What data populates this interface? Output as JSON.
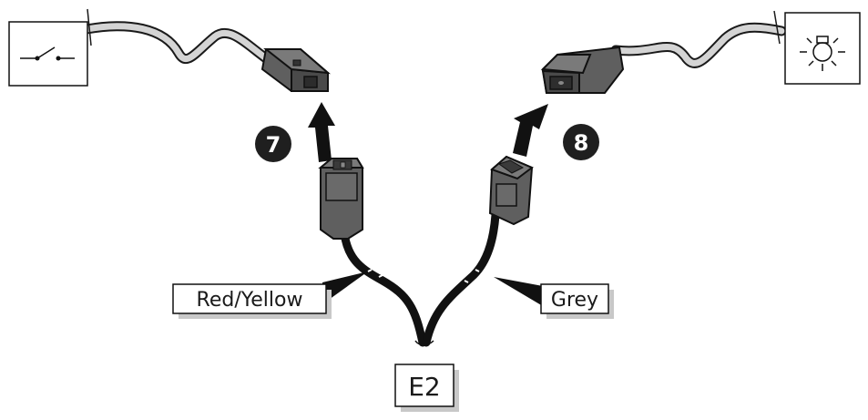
{
  "diagram": {
    "wire_labels": {
      "left": "Red/Yellow",
      "right": "Grey"
    },
    "harness_label": "E2",
    "steps": [
      {
        "number": "7",
        "connects_to": "switch-icon"
      },
      {
        "number": "8",
        "connects_to": "lamp-icon"
      }
    ],
    "icons": [
      "switch-icon",
      "lamp-icon"
    ],
    "colors": {
      "connector_body": "#5f5f5f",
      "wire_dark": "#111111",
      "wire_grey": "#bdbdbd",
      "badge": "#1f1f1f",
      "label_shadow": "#c8c8c8"
    }
  }
}
